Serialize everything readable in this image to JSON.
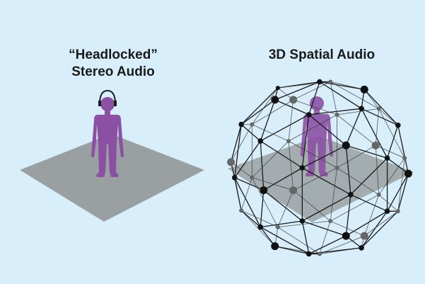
{
  "left_panel": {
    "title_line1": "“Headlocked”",
    "title_line2": "Stereo Audio"
  },
  "right_panel": {
    "title": "3D Spatial Audio"
  },
  "colors": {
    "background": "#d8effb",
    "figure": "#8b50a3",
    "floor": "#9aa0a1",
    "sphere_wire": "#1a1a1a",
    "node": "#111111",
    "node_back": "#666666"
  },
  "icons": [
    "human-figure-icon",
    "headphones-icon",
    "floor-plane",
    "wireframe-sphere"
  ]
}
